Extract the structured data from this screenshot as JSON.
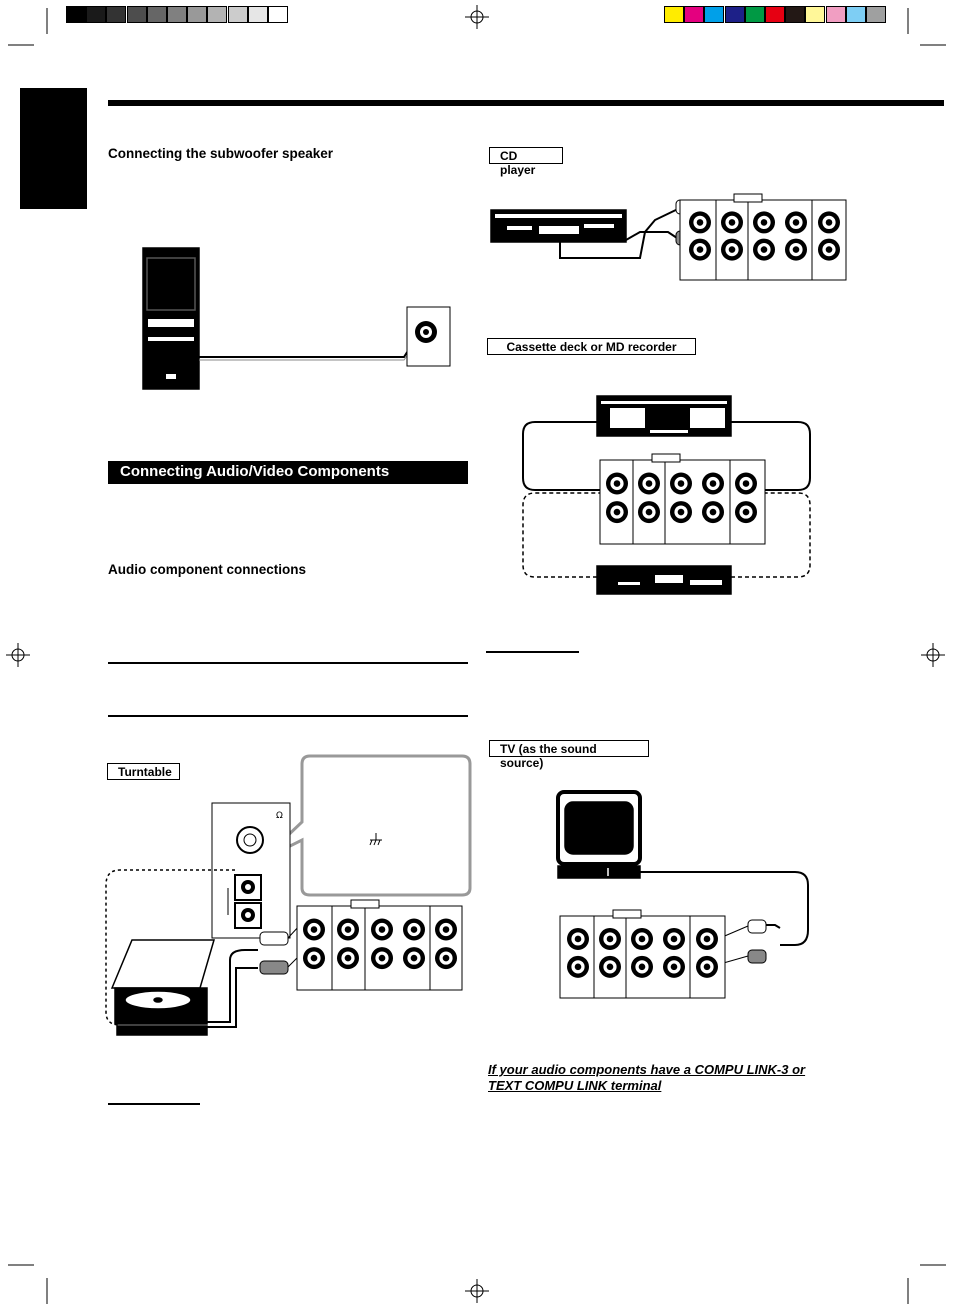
{
  "headings": {
    "subwoofer": "Connecting the subwoofer speaker",
    "av_components": "Connecting Audio/Video Components",
    "audio_connections": "Audio component connections"
  },
  "labels": {
    "cd_player": "CD player",
    "cassette": "Cassette deck or MD recorder",
    "turntable": "Turntable",
    "tv": "TV (as the sound source)"
  },
  "compu_link": {
    "line1": "If your audio components have a COMPU LINK-3 or",
    "line2": "TEXT COMPU LINK terminal"
  },
  "colors": {
    "ink": "#000000",
    "paper": "#ffffff",
    "grey_plug": "#888888"
  },
  "registration_swatches_left": [
    "#000000",
    "#1a1a1a",
    "#333333",
    "#4d4d4d",
    "#666666",
    "#808080",
    "#999999",
    "#b3b3b3",
    "#cccccc",
    "#e6e6e6",
    "#ffffff"
  ],
  "registration_swatches_right": [
    "#ffec00",
    "#e4007f",
    "#00a0e9",
    "#1d2088",
    "#009944",
    "#e60012",
    "#231815",
    "#fff799",
    "#f19ec2",
    "#7ecef4",
    "#9fa0a0"
  ]
}
